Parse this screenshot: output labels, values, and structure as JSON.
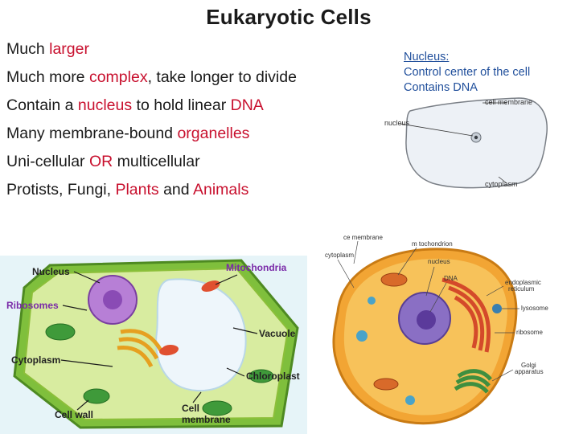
{
  "slide": {
    "title": "Eukaryotic Cells",
    "bullets": [
      [
        {
          "t": "Much "
        },
        {
          "t": "larger",
          "red": true
        }
      ],
      [
        {
          "t": "Much more "
        },
        {
          "t": "complex",
          "red": true
        },
        {
          "t": ", take longer to divide"
        }
      ],
      [
        {
          "t": "Contain a "
        },
        {
          "t": "nucleus",
          "red": true
        },
        {
          "t": " to hold linear "
        },
        {
          "t": "DNA",
          "red": true
        }
      ],
      [
        {
          "t": "Many  membrane-bound "
        },
        {
          "t": "organelles",
          "red": true
        }
      ],
      [
        {
          "t": "Uni-cellular "
        },
        {
          "t": "OR",
          "red": true
        },
        {
          "t": " multicellular"
        }
      ],
      [
        {
          "t": "Protists, Fungi, "
        },
        {
          "t": "Plants",
          "red": true
        },
        {
          "t": " and "
        },
        {
          "t": "Animals",
          "red": true
        }
      ]
    ],
    "nucleus_note": {
      "heading": "Nucleus:",
      "line1": "Control center of the cell",
      "line2": "Contains DNA"
    }
  },
  "diagram_simple": {
    "cell_membrane": "cell membrane",
    "nucleus": "nucleus",
    "cytoplasm": "cytoplasm"
  },
  "diagram_plant": {
    "nucleus": "Nucleus",
    "mitochondria": "Mitochondria",
    "ribosomes": "Ribosomes",
    "vacuole": "Vacuole",
    "cytoplasm": "Cytoplasm",
    "chloroplast": "Chloroplast",
    "cell_wall": "Cell wall",
    "cell_membrane_1": "Cell",
    "cell_membrane_2": "membrane"
  },
  "diagram_animal": {
    "cell_membrane": "ce  membrane",
    "mitochondrion": "m tochondrion",
    "cytoplasm": "cytoplasm",
    "nucleus": "nucleus",
    "dna": "DNA",
    "er_1": "endoplasmic",
    "er_2": "reticulum",
    "lysosome": "lysosome",
    "ribosome": "ribosome",
    "golgi_1": "Golgi",
    "golgi_2": "apparatus"
  },
  "colors": {
    "accent_red": "#c8102e",
    "note_blue": "#1f4e9b",
    "plant_label_purple": "#7a2aa8",
    "cell_green": "#9acd4a",
    "animal_orange": "#f0a030"
  }
}
